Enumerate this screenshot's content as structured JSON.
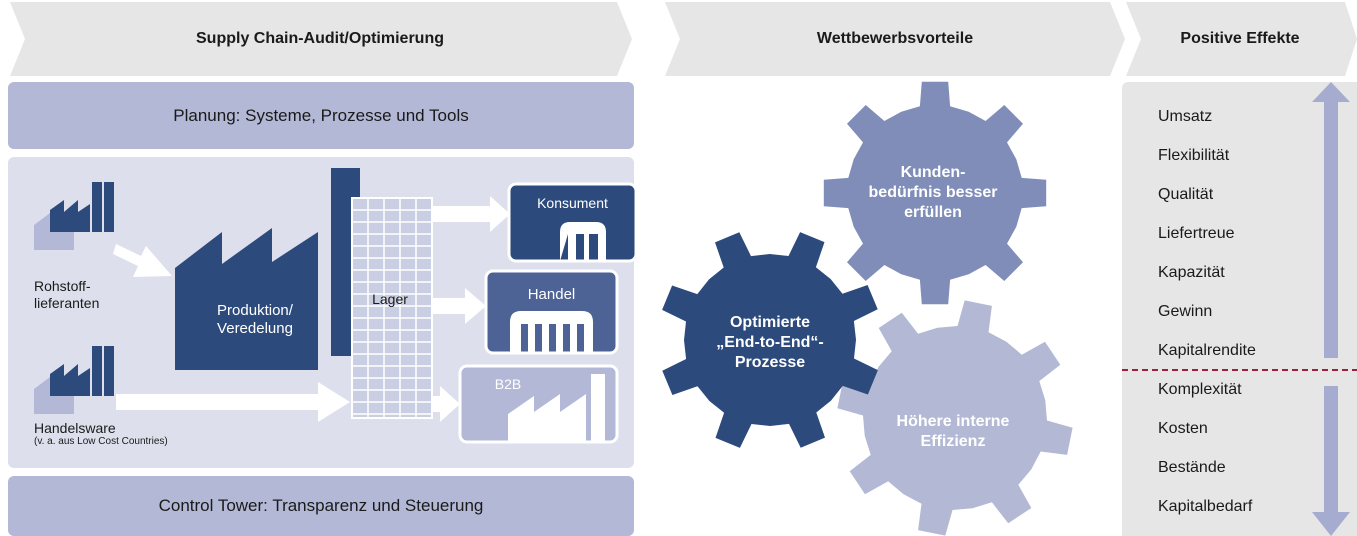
{
  "headers": {
    "audit": "Supply Chain-Audit/Optimierung",
    "advantages": "Wettbewerbsvorteile",
    "effects": "Positive Effekte"
  },
  "planning_label": "Planung: Systeme, Prozesse und Tools",
  "control_label": "Control Tower: Transparenz und Steuerung",
  "nodes": {
    "rohstoff": "Rohstoff-\nlieferanten",
    "handelsware": "Handelsware",
    "handelsware_sub": "(v. a. aus Low Cost Countries)",
    "produktion": "Produktion/\nVeredelung",
    "lager": "Lager",
    "konsument": "Konsument",
    "handel": "Handel",
    "b2b": "B2B"
  },
  "gears": {
    "optimierte": "Optimierte\n„End-to-End“-\nProzesse",
    "kunden": "Kunden-\nbedürfnis besser\nerfüllen",
    "effizienz": "Höhere interne\nEffizienz"
  },
  "effects_up": [
    "Umsatz",
    "Flexibilität",
    "Qualität",
    "Liefertreue",
    "Kapazität",
    "Gewinn",
    "Kapitalrendite"
  ],
  "effects_down": [
    "Komplexität",
    "Kosten",
    "Bestände",
    "Kapitalbedarf"
  ],
  "colors": {
    "dark_navy": "#2c4a7c",
    "mid_blue": "#4d6295",
    "gear_mid": "#7f8db8",
    "gear_light": "#b3b8d5",
    "light_lavender": "#b3b8d6",
    "panel_bg": "#dde0ec",
    "header_gray": "#e6e6e6",
    "divider_red": "#a0203a"
  }
}
